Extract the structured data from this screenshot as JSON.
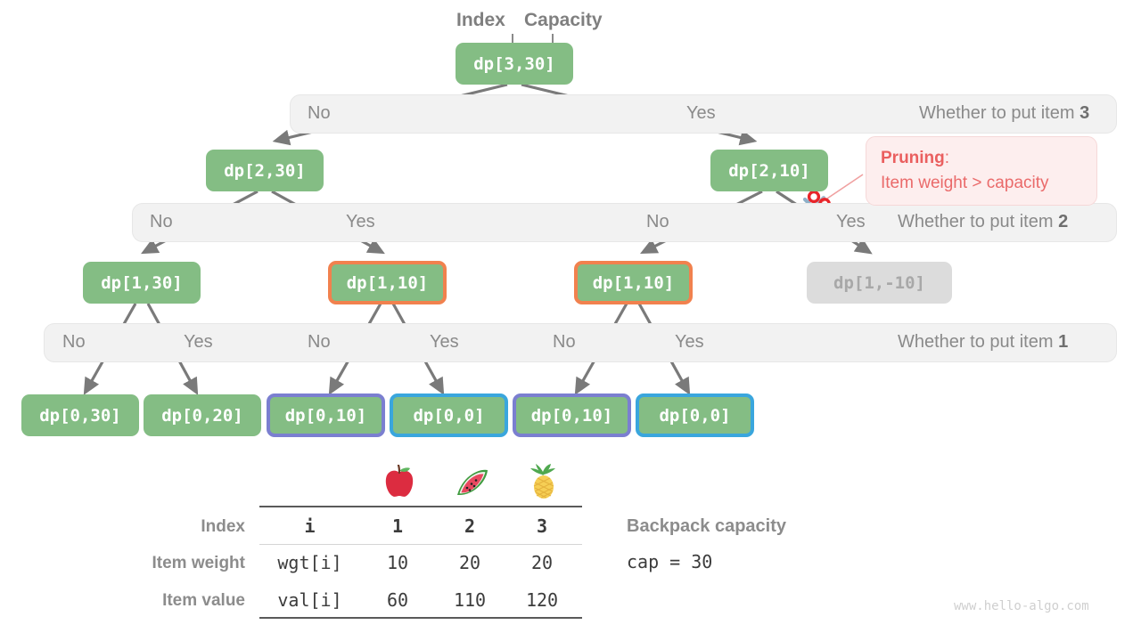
{
  "title_annotations": {
    "index_label": "Index",
    "capacity_label": "Capacity"
  },
  "colors": {
    "node_green": "#84bd84",
    "node_muted": "#dcdcdc",
    "border_orange": "#f1814e",
    "border_purple": "#7b7fd0",
    "border_blue": "#3aa6dd",
    "band_bg": "#f2f2f2",
    "arrow": "#7a7a7a",
    "callout_text": "#ea6a6a",
    "callout_bg": "#fdeeee"
  },
  "tree": {
    "root": {
      "label": "dp[3,30]"
    },
    "level3": [
      {
        "label": "dp[2,30]",
        "style": "plain"
      },
      {
        "label": "dp[2,10]",
        "style": "plain"
      }
    ],
    "level2": [
      {
        "label": "dp[1,30]",
        "style": "plain"
      },
      {
        "label": "dp[1,10]",
        "style": "orange"
      },
      {
        "label": "dp[1,10]",
        "style": "orange"
      },
      {
        "label": "dp[1,-10]",
        "style": "muted"
      }
    ],
    "level1": [
      {
        "label": "dp[0,30]",
        "style": "plain"
      },
      {
        "label": "dp[0,20]",
        "style": "plain"
      },
      {
        "label": "dp[0,10]",
        "style": "purple"
      },
      {
        "label": "dp[0,0]",
        "style": "blue"
      },
      {
        "label": "dp[0,10]",
        "style": "purple"
      },
      {
        "label": "dp[0,0]",
        "style": "blue"
      }
    ]
  },
  "bands": [
    {
      "question": "Whether to put item ",
      "question_item": "3",
      "choices": [
        "No",
        "Yes"
      ]
    },
    {
      "question": "Whether to put item ",
      "question_item": "2",
      "choices": [
        "No",
        "Yes",
        "No",
        "Yes"
      ]
    },
    {
      "question": "Whether to put item ",
      "question_item": "1",
      "choices": [
        "No",
        "Yes",
        "No",
        "Yes",
        "No",
        "Yes"
      ]
    }
  ],
  "pruning_callout": {
    "keyword": "Pruning",
    "colon": ":",
    "detail": "Item weight > capacity"
  },
  "scissors_icon": "scissors-icon",
  "table": {
    "row_labels": [
      "Index",
      "Item weight",
      "Item value"
    ],
    "first_col": [
      "i",
      "wgt[i]",
      "val[i]"
    ],
    "columns": [
      "1",
      "2",
      "3"
    ],
    "weights": [
      "10",
      "20",
      "20"
    ],
    "values": [
      "60",
      "110",
      "120"
    ],
    "item_icons": [
      "apple-icon",
      "watermelon-icon",
      "pineapple-icon"
    ]
  },
  "capacity": {
    "label": "Backpack capacity",
    "value": "cap = 30"
  },
  "watermark": "www.hello-algo.com"
}
